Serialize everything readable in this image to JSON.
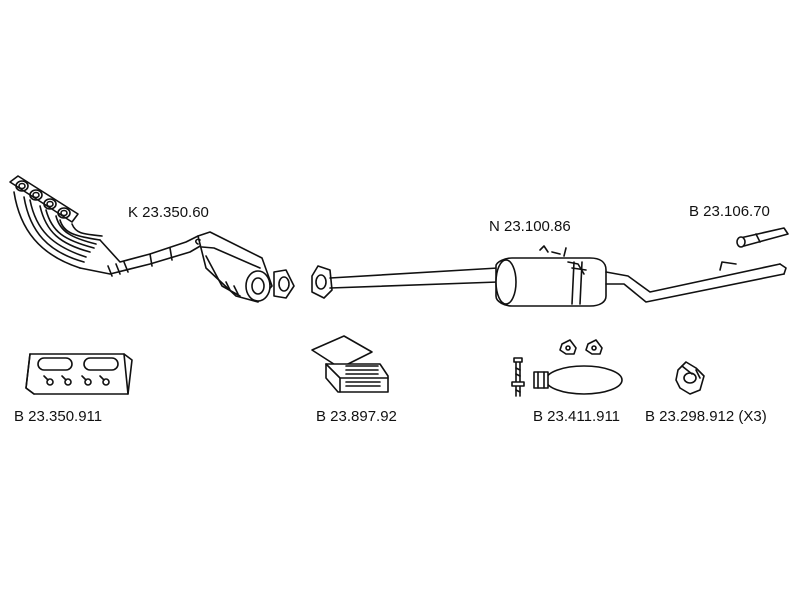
{
  "labels": {
    "manifold_cat": "K 23.350.60",
    "middle_silencer": "N 23.100.86",
    "tail_tip": "B 23.106.70",
    "manifold_gasket": "B 23.350.911",
    "mounting_kit": "B 23.897.92",
    "clamp_set": "B 23.411.911",
    "rubber_mount": "B 23.298.912 (X3)"
  }
}
